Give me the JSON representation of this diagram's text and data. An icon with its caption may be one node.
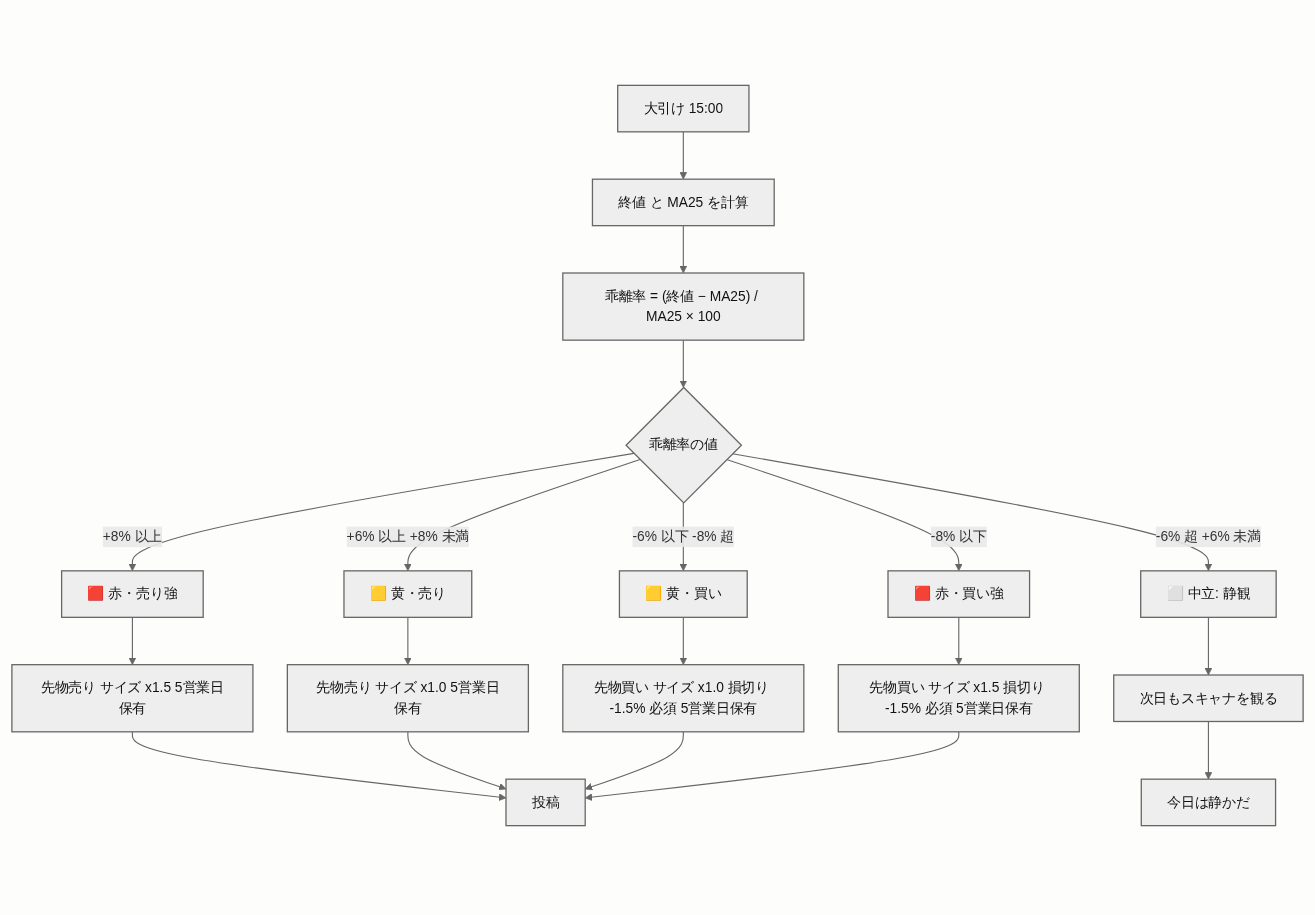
{
  "diagram": {
    "nodes": [
      {
        "text": [
          "大引け 15:00"
        ]
      },
      {
        "text": [
          "終値 と MA25 を計算"
        ]
      },
      {
        "text": [
          "乖離率 = (終値 − MA25) / MA25 × 100"
        ]
      },
      {
        "text": [
          "乖離率の値"
        ]
      },
      {
        "text": [
          "🟥 赤・売り強"
        ]
      },
      {
        "text": [
          "🟨 黄・売り"
        ]
      },
      {
        "text": [
          "🟨 黄・買い"
        ]
      },
      {
        "text": [
          "🟥 赤・買い強"
        ]
      },
      {
        "text": [
          "⬜ 中立: 静観"
        ]
      },
      {
        "text": [
          "先物売り サイズ x1.5 5営業日保有"
        ]
      },
      {
        "text": [
          "先物売り サイズ x1.0 5営業日保有"
        ]
      },
      {
        "text": [
          "先物買い サイズ x1.0 損切り -1.5% 必須 5営業日保有"
        ]
      },
      {
        "text": [
          "先物買い サイズ x1.5 損切り -1.5% 必須 5営業日保有"
        ]
      },
      {
        "text": [
          "次日もスキャナを観る"
        ]
      },
      {
        "text": [
          "投稿"
        ]
      },
      {
        "text": [
          "今日は静かだ"
        ]
      }
    ],
    "edges": [
      {
        "from": 0,
        "to": 1,
        "arrow": "to"
      },
      {
        "from": 1,
        "to": 2,
        "arrow": "to"
      },
      {
        "from": 2,
        "to": 3,
        "arrow": "to"
      },
      {
        "from": 3,
        "to": 4,
        "arrow": "to",
        "label": "+8% 以上"
      },
      {
        "from": 3,
        "to": 5,
        "arrow": "to",
        "label": "+6% 以上 +8% 未満"
      },
      {
        "from": 3,
        "to": 6,
        "arrow": "to",
        "label": "-6% 以下 -8% 超"
      },
      {
        "from": 3,
        "to": 7,
        "arrow": "to",
        "label": "-8% 以下"
      },
      {
        "from": 3,
        "to": 8,
        "arrow": "to",
        "label": "-6% 超 +6% 未満"
      },
      {
        "from": 4,
        "to": 9,
        "arrow": "to"
      },
      {
        "from": 5,
        "to": 10,
        "arrow": "to"
      },
      {
        "from": 6,
        "to": 11,
        "arrow": "to"
      },
      {
        "from": 7,
        "to": 12,
        "arrow": "to"
      },
      {
        "from": 8,
        "to": 13,
        "arrow": "to"
      },
      {
        "from": 9,
        "to": 14,
        "arrow": "to"
      },
      {
        "from": 10,
        "to": 14,
        "arrow": "to"
      },
      {
        "from": 11,
        "to": 14,
        "arrow": "to"
      },
      {
        "from": 12,
        "to": 14,
        "arrow": "to"
      },
      {
        "from": 13,
        "to": 15,
        "arrow": "to"
      }
    ]
  }
}
